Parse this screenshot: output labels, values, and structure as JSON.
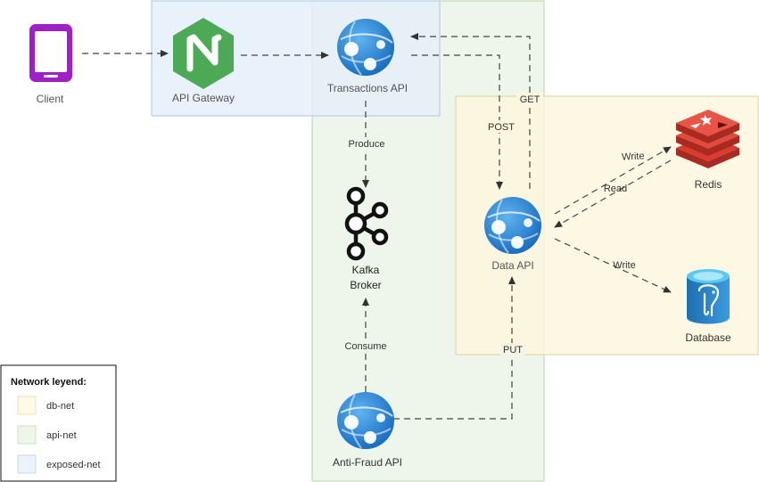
{
  "nodes": {
    "client": "Client",
    "gateway": "API Gateway",
    "transactions": "Transactions API",
    "kafka_line1": "Kafka",
    "kafka_line2": "Broker",
    "data_api": "Data API",
    "redis": "Redis",
    "database": "Database",
    "antifraud": "Anti-Fraud API"
  },
  "edges": {
    "produce": "Produce",
    "consume": "Consume",
    "post": "POST",
    "get": "GET",
    "put": "PUT",
    "write_redis": "Write",
    "read_redis": "Read",
    "write_db": "Write"
  },
  "legend": {
    "title": "Network leyend:",
    "items": [
      {
        "label": "db-net",
        "color": "#fff9e6"
      },
      {
        "label": "api-net",
        "color": "#eef6ea"
      },
      {
        "label": "exposed-net",
        "color": "#ecf3fc"
      }
    ]
  },
  "colors": {
    "db_net": "#fdf8e5",
    "api_net": "#eef5ea",
    "exposed_net": "#e9f1fb",
    "client_icon": "#a020c8",
    "gateway_icon": "#4caa57",
    "azure_icon": "#1e7bd3",
    "redis_icon": "#d93c2f",
    "database_icon": "#2c84c6"
  },
  "icons": {
    "client": "mobile-device-icon",
    "gateway": "nginx-icon",
    "transactions": "web-app-icon",
    "kafka": "kafka-icon",
    "data_api": "web-app-icon",
    "redis": "redis-icon",
    "database": "postgres-database-icon",
    "antifraud": "web-app-icon"
  }
}
